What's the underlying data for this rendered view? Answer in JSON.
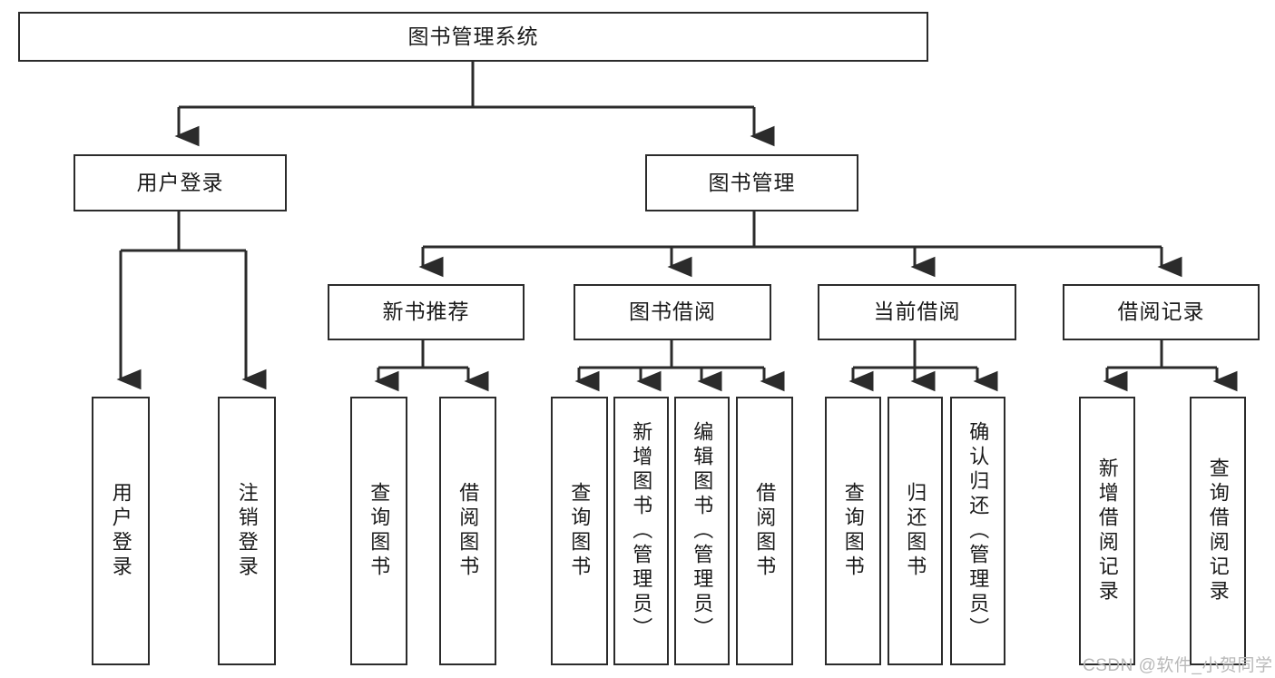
{
  "diagram": {
    "title": "图书管理系统",
    "type": "tree-hierarchy",
    "theme": {
      "stroke": "#2b2b2b",
      "fill": "#ffffff",
      "text": "#1a1a1a",
      "watermark_color": "#b9b9b9"
    },
    "nodes": {
      "root": {
        "label": "图书管理系统"
      },
      "level2": [
        {
          "label": "用户登录"
        },
        {
          "label": "图书管理"
        }
      ],
      "level3": [
        {
          "label": "新书推荐"
        },
        {
          "label": "图书借阅"
        },
        {
          "label": "当前借阅"
        },
        {
          "label": "借阅记录"
        }
      ],
      "leaves_user_login": [
        {
          "label": "用户登录"
        },
        {
          "label": "注销登录"
        }
      ],
      "leaves_new_book": [
        {
          "label": "查询图书"
        },
        {
          "label": "借阅图书"
        }
      ],
      "leaves_borrow": [
        {
          "label": "查询图书"
        },
        {
          "label": "新增图书（管理员）"
        },
        {
          "label": "编辑图书（管理员）"
        },
        {
          "label": "借阅图书"
        }
      ],
      "leaves_current": [
        {
          "label": "查询图书"
        },
        {
          "label": "归还图书"
        },
        {
          "label": "确认归还（管理员）"
        }
      ],
      "leaves_records": [
        {
          "label": "新增借阅记录"
        },
        {
          "label": "查询借阅记录"
        }
      ]
    },
    "watermark": "CSDN @软件_小贺同学"
  }
}
